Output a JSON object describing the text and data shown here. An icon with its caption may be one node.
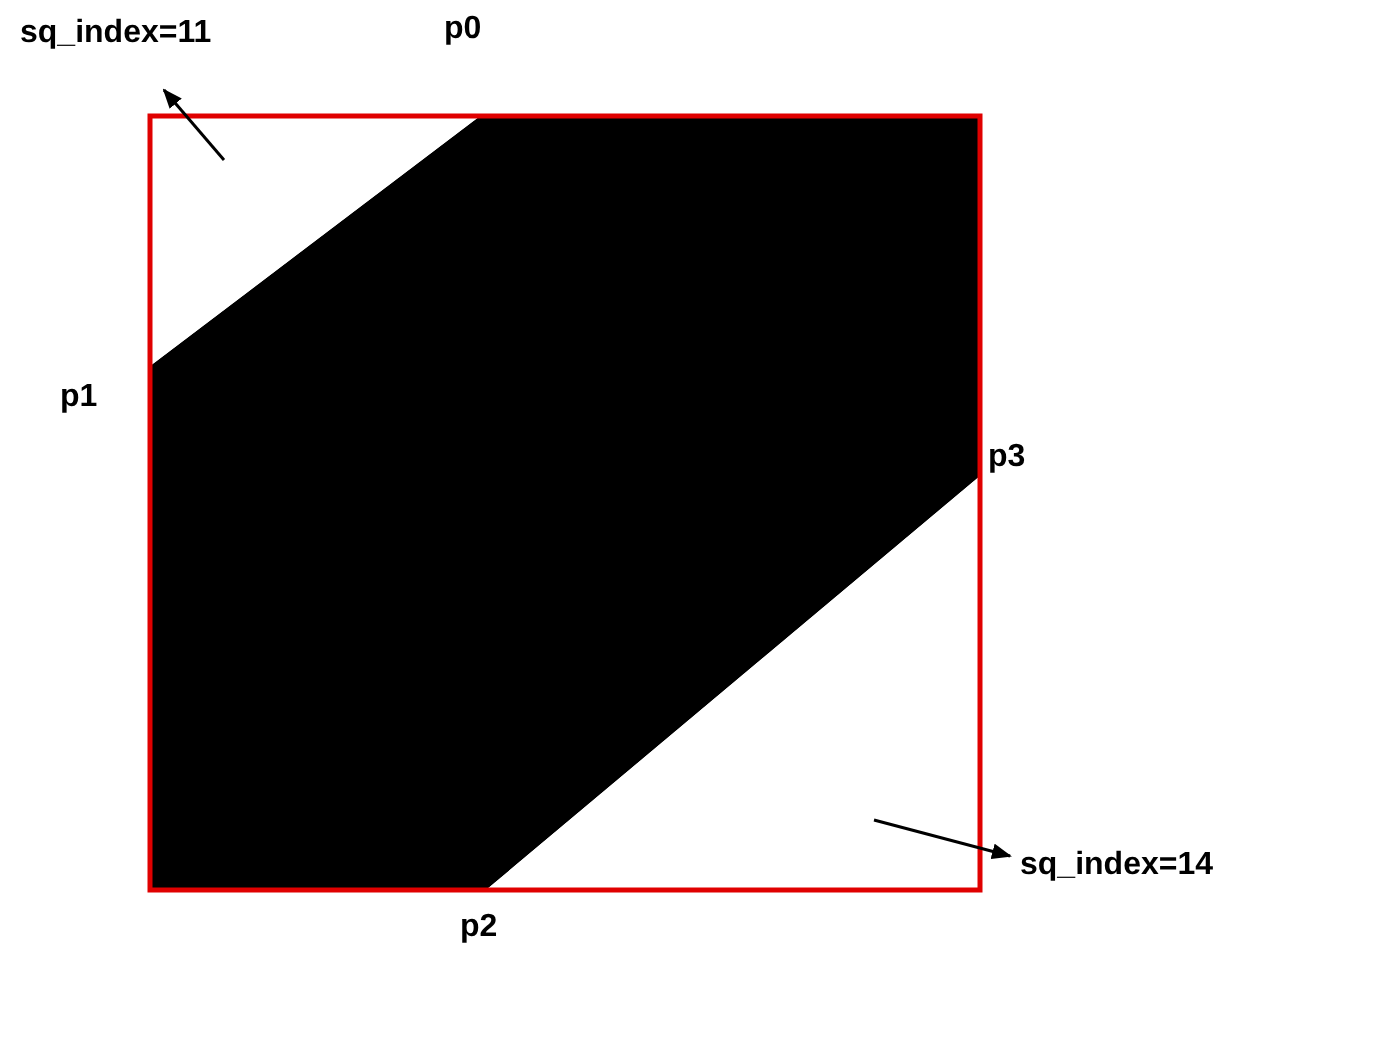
{
  "diagram": {
    "nodes": [
      {
        "text": [
          "sq_index=11"
        ]
      },
      {
        "text": [],
        "shape": "triangle"
      },
      {
        "text": [
          "sq_index=14"
        ]
      },
      {
        "text": [],
        "shape": "triangle"
      }
    ],
    "edges": [
      {
        "from": 1,
        "to": 0,
        "arrow": "to"
      },
      {
        "from": 3,
        "to": 2,
        "arrow": "to"
      }
    ],
    "labels": [
      "p0",
      "p1",
      "p3",
      "p2"
    ]
  }
}
